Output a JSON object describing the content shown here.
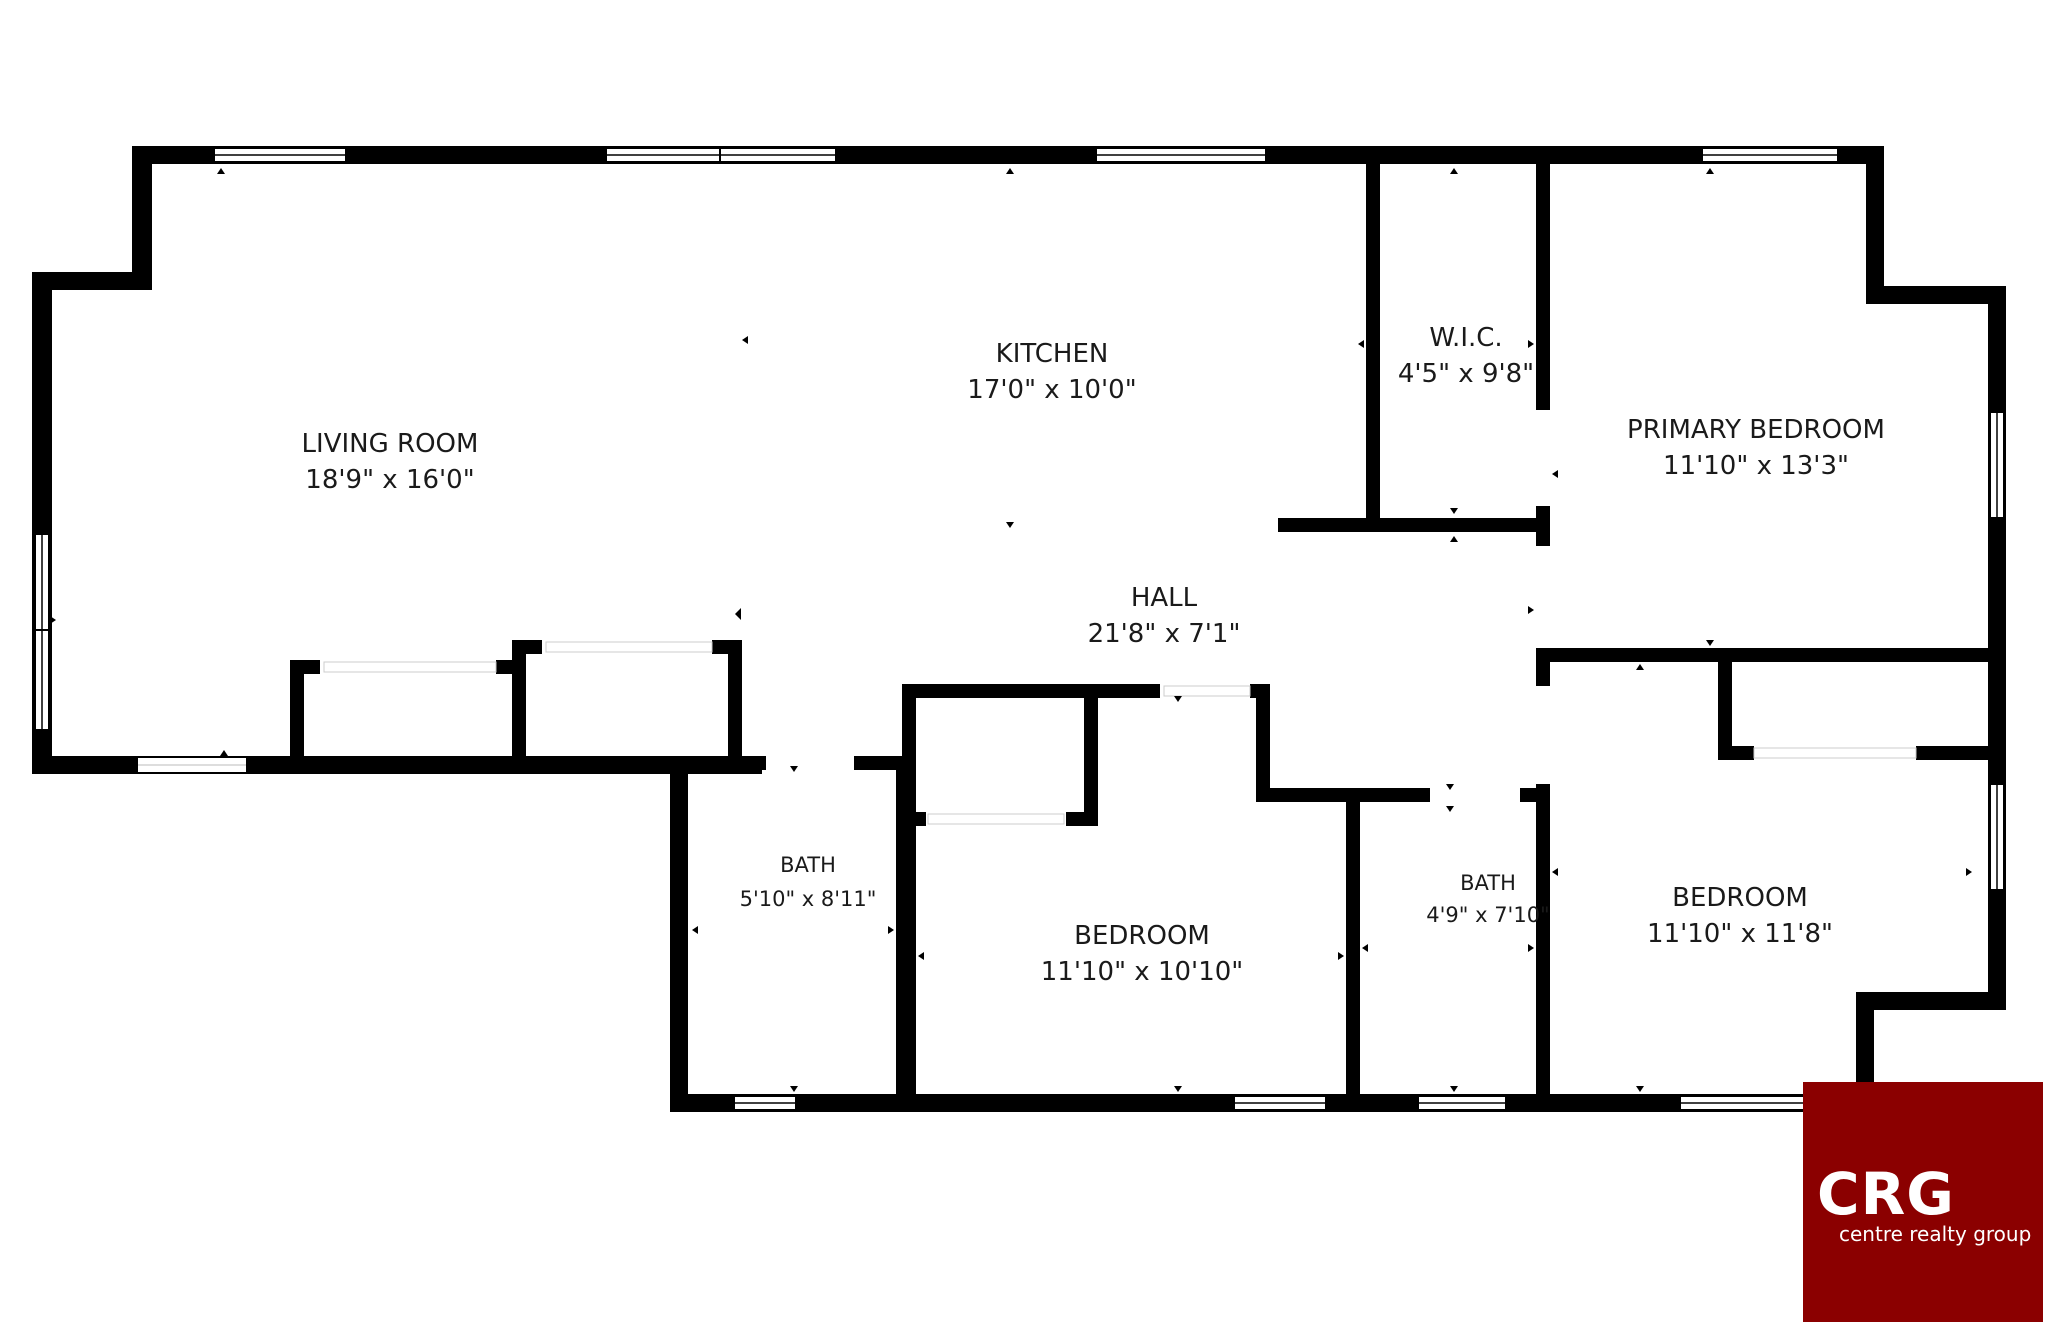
{
  "rooms": {
    "living_room": {
      "name": "LIVING ROOM",
      "dims": "18'9\" x 16'0\""
    },
    "kitchen": {
      "name": "KITCHEN",
      "dims": "17'0\" x 10'0\""
    },
    "wic": {
      "name": "W.I.C.",
      "dims": "4'5\" x 9'8\""
    },
    "primary_bedroom": {
      "name": "PRIMARY BEDROOM",
      "dims": "11'10\" x 13'3\""
    },
    "hall": {
      "name": "HALL",
      "dims": "21'8\" x 7'1\""
    },
    "bath_left": {
      "name": "BATH",
      "dims": "5'10\" x 8'11\""
    },
    "bedroom_middle": {
      "name": "BEDROOM",
      "dims": "11'10\" x 10'10\""
    },
    "bath_right": {
      "name": "BATH",
      "dims": "4'9\" x 7'10\""
    },
    "bedroom_right": {
      "name": "BEDROOM",
      "dims": "11'10\" x 11'8\""
    }
  },
  "logo": {
    "mark": "CRG",
    "tagline": "centre realty group",
    "background_color": "#8b0000"
  },
  "colors": {
    "wall": "#000000",
    "background": "#ffffff"
  }
}
